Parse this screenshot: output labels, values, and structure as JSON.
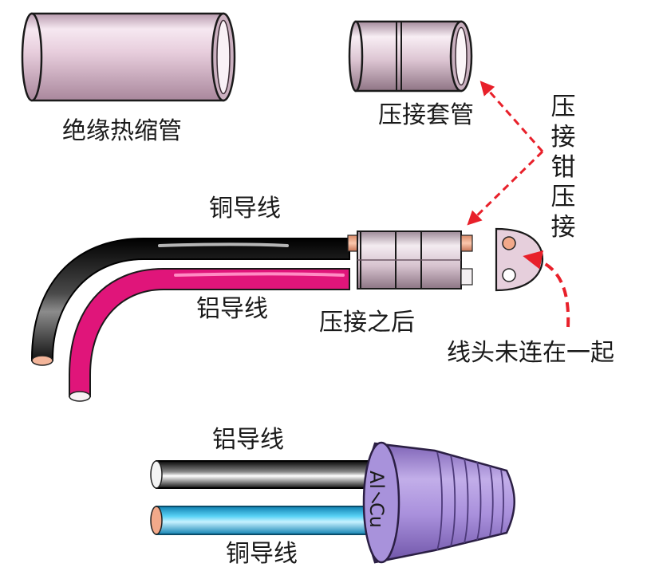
{
  "labels": {
    "heat_shrink_tube": "绝缘热缩管",
    "crimp_sleeve": "压接套管",
    "crimp_with_pliers": "压接钳压接",
    "copper_wire_top": "铜导线",
    "aluminum_wire_mid": "铝导线",
    "after_crimping": "压接之后",
    "wire_ends_not_connected": "线头未连在一起",
    "aluminum_wire_bottom": "铝导线",
    "copper_wire_bottom": "铜导线",
    "connector_marking_al": "Al",
    "connector_marking_cu": "Cu"
  },
  "colors": {
    "tube_pink": "#e9d0e0",
    "black_wire": "#1a1a1a",
    "magenta_wire": "#e0157a",
    "copper": "#f2a98a",
    "cyan_wire": "#33b8e6",
    "purple_connector": "#a48ad6",
    "red_arrow": "#e8202a"
  }
}
